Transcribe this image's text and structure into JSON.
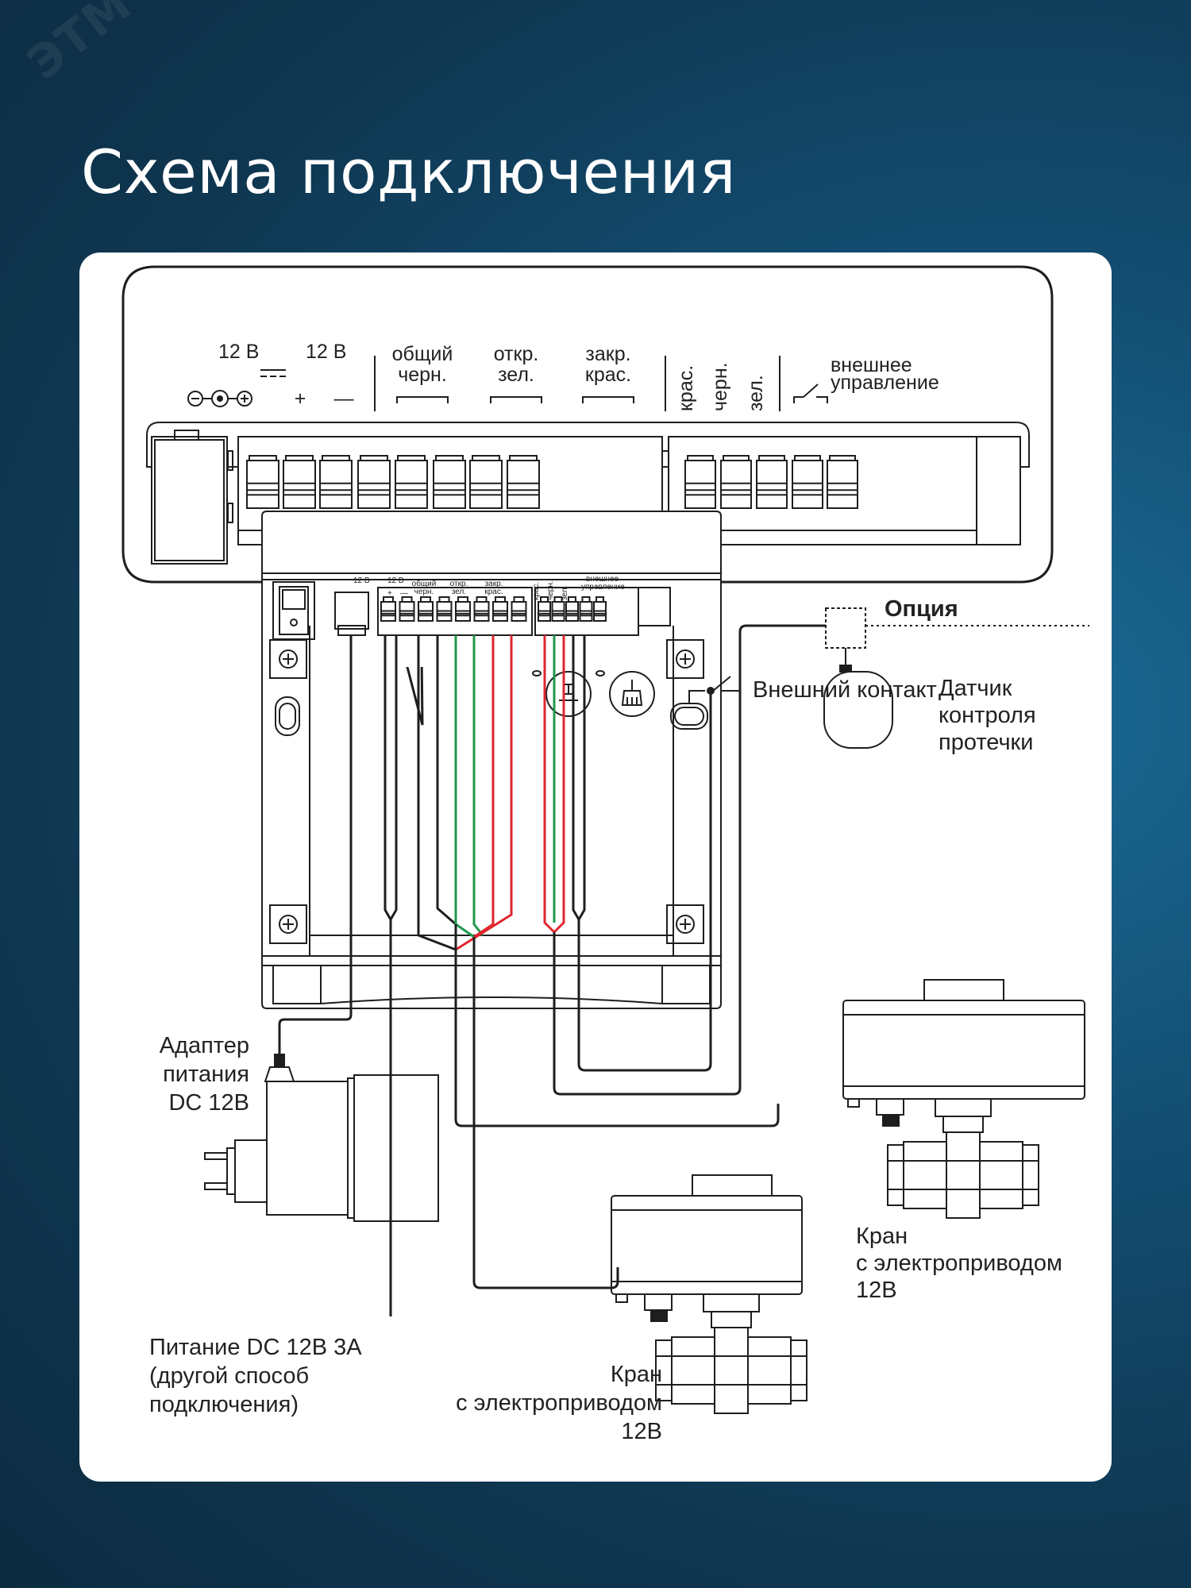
{
  "page": {
    "title": "Схема подключения",
    "watermark": "ЭТМ"
  },
  "callout": {
    "dc_power_label": "12 В",
    "terminal_power_label": "12 В",
    "plus": "+",
    "minus": "—",
    "groups": [
      {
        "line1": "общий",
        "line2": "черн."
      },
      {
        "line1": "откр.",
        "line2": "зел."
      },
      {
        "line1": "закр.",
        "line2": "крас."
      }
    ],
    "sensor_wires": [
      "крас.",
      "черн.",
      "зел."
    ],
    "external": {
      "line1": "внешнее",
      "line2": "управление"
    }
  },
  "labels": {
    "external_contact": "Внешний контакт",
    "option": "Опция",
    "sensor": {
      "line1": "Датчик",
      "line2": "контроля",
      "line3": "протечки"
    },
    "adapter": {
      "line1": "Адаптер",
      "line2": "питания",
      "line3": "DC 12В"
    },
    "valve_right": {
      "line1": "Кран",
      "line2": "с электроприводом",
      "line3": "12В"
    },
    "valve_bottom": {
      "line1": "Кран",
      "line2": "с электроприводом",
      "line3": "12В"
    },
    "power_alt": {
      "line1": "Питание DC 12В 3А",
      "line2": "(другой способ",
      "line3": "подключения)"
    }
  },
  "colors": {
    "wire_black": "#1e1e1e",
    "wire_green": "#1f9a4b",
    "wire_red": "#e0262d",
    "background": "#0f3b5a",
    "card": "#ffffff"
  }
}
